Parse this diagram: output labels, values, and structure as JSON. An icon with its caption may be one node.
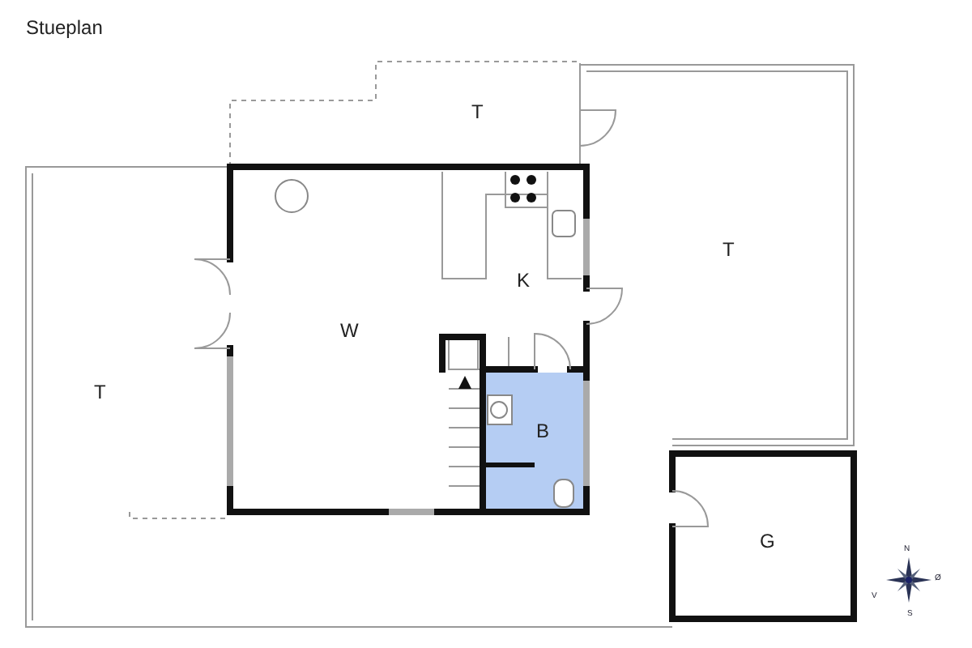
{
  "diagram": {
    "title": "Stueplan",
    "labels": [
      "T",
      "T",
      "K",
      "W",
      "T",
      "B",
      "G",
      "N",
      "Ø",
      "V",
      "S"
    ]
  }
}
